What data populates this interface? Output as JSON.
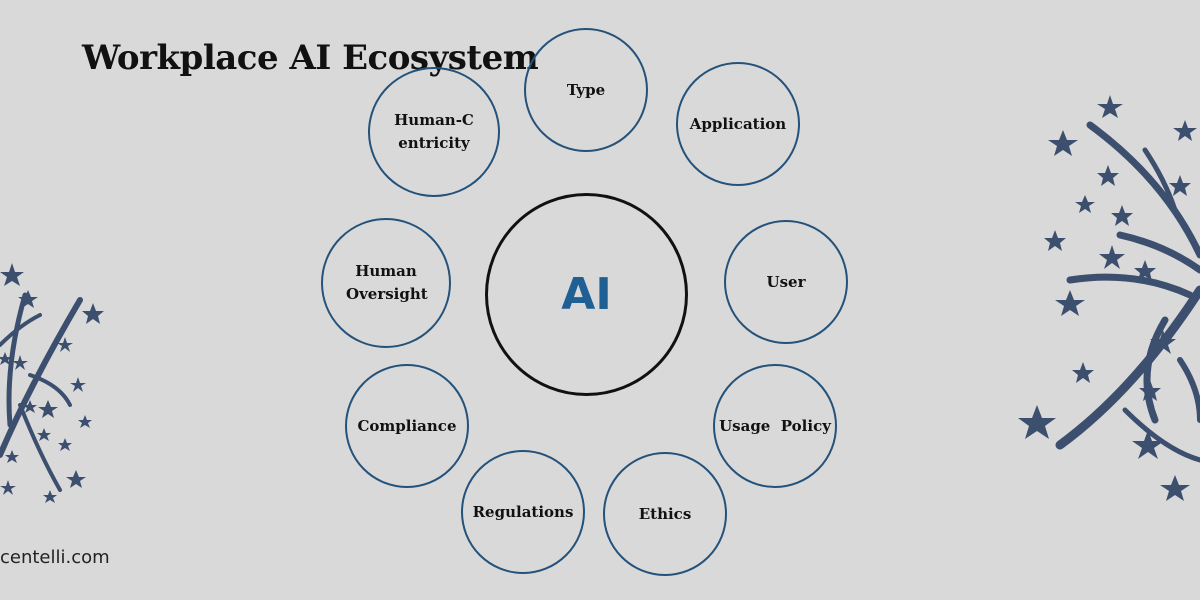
{
  "title": "Workplace AI Ecosystem",
  "brand": "centelli.com",
  "center_label": "AI",
  "nodes": [
    {
      "label": "Type"
    },
    {
      "label": "Application"
    },
    {
      "label": "User"
    },
    {
      "label": "Usage  Policy"
    },
    {
      "label": "Ethics"
    },
    {
      "label": "Regulations"
    },
    {
      "label": "Compliance"
    },
    {
      "label": "Human Oversight"
    },
    {
      "label": "Human-Centricity"
    }
  ],
  "colors": {
    "background": "#d9d9d9",
    "node_border": "#24527a",
    "center_text": "#1f5f94",
    "decoration": "#3d4f6e"
  }
}
